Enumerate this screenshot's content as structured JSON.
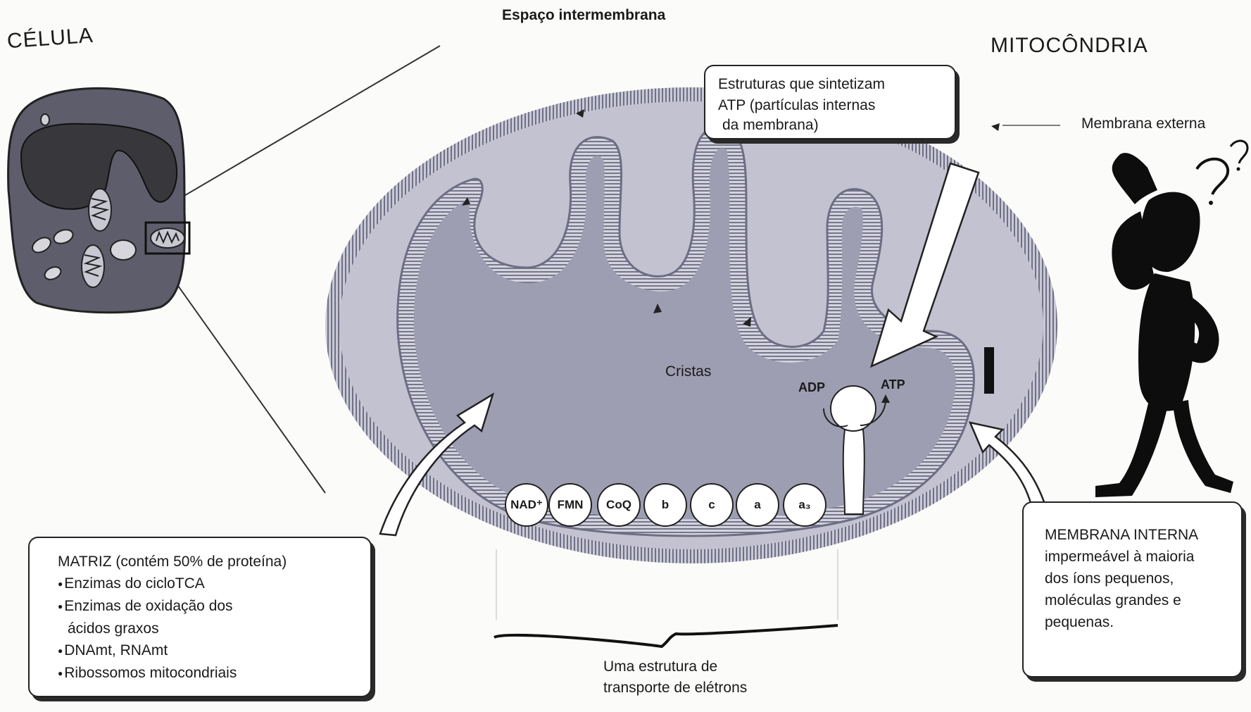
{
  "labels": {
    "cell_title": "CÉLULA",
    "mito_title": "MITOCÔNDRIA",
    "intermembrane": "Espaço intermembrana",
    "outer_membrane": "Membrana externa",
    "cristae": "Cristas",
    "adp": "ADP",
    "atp": "ATP",
    "electron_transport": [
      "Uma estrutura de",
      "transporte de elétrons"
    ]
  },
  "atp_box": {
    "lines": [
      "Estruturas que sintetizam",
      "ATP (partículas internas",
      "da membrana)"
    ]
  },
  "matrix_box": {
    "heading": "MATRIZ (contém 50% de proteína)",
    "bullets": [
      "Enzimas do cicloTCA",
      "Enzimas de oxidação dos",
      "ácidos graxos",
      "DNAmt, RNAmt",
      "Ribossomos mitocondriais"
    ]
  },
  "inner_box": {
    "lines": [
      "MEMBRANA INTERNA",
      "impermeável à maioria",
      "dos íons pequenos,",
      "moléculas grandes e",
      "pequenas."
    ]
  },
  "chain": {
    "molecules": [
      "NAD⁺",
      "FMN",
      "CoQ",
      "b",
      "c",
      "a",
      "a₃"
    ]
  },
  "colors": {
    "membrane": "#7f7f95",
    "matrix": "#9d9db2",
    "intermembrane_space": "#b9b9c9",
    "cell": "#5b5b6a",
    "nucleus": "#3a3a3e",
    "figure": "#0d0d0d"
  }
}
